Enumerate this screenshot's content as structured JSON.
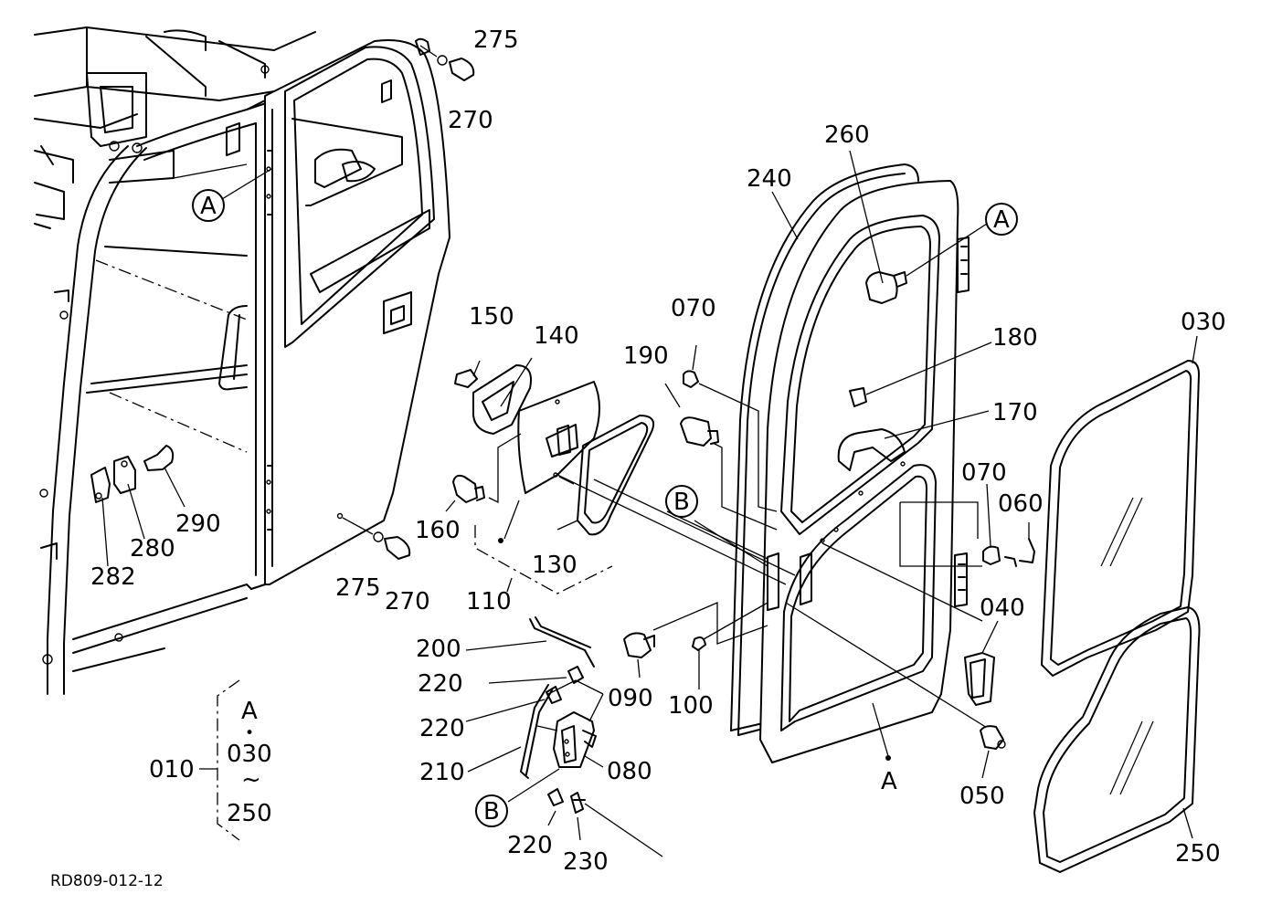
{
  "diagram": {
    "drawing_code": "RD809-012-12",
    "callouts": {
      "275a": "275",
      "270a": "270",
      "275b": "275",
      "270b": "270",
      "260": "260",
      "240": "240",
      "A_top": "A",
      "A_left": "A",
      "A_bottom": "A",
      "070a": "070",
      "070b": "070",
      "180": "180",
      "170": "170",
      "190": "190",
      "150": "150",
      "140": "140",
      "160": "160",
      "130": "130",
      "110": "110",
      "B_mid": "B",
      "B_low": "B",
      "030": "030",
      "060": "060",
      "040": "040",
      "050": "050",
      "250": "250",
      "290": "290",
      "280": "280",
      "282": "282",
      "200": "200",
      "220a": "220",
      "220b": "220",
      "220c": "220",
      "210": "210",
      "080": "080",
      "230": "230",
      "090": "090",
      "100": "100",
      "010": "010"
    },
    "set_bracket": {
      "line1": "A",
      "sep": "•",
      "line2": "030",
      "tilde": "~",
      "line3": "250"
    }
  }
}
